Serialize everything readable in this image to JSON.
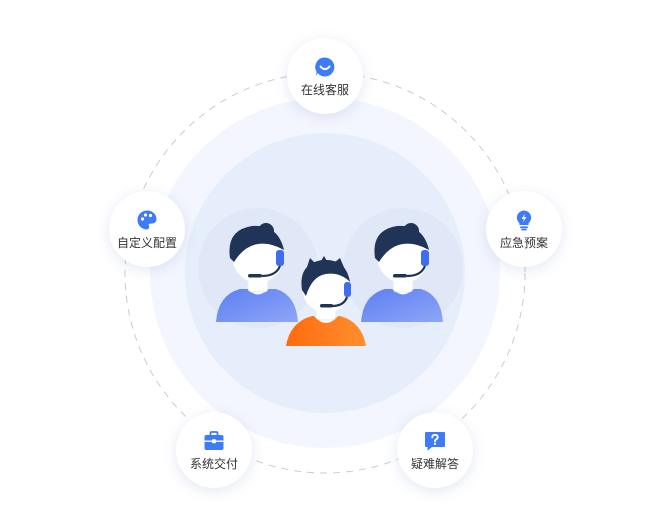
{
  "nodes": {
    "online_service": {
      "label": "在线客服",
      "icon": "smile-chat-icon"
    },
    "emergency_plan": {
      "label": "应急预案",
      "icon": "lightbulb-icon"
    },
    "custom_config": {
      "label": "自定义配置",
      "icon": "palette-icon"
    },
    "system_delivery": {
      "label": "系统交付",
      "icon": "briefcase-icon"
    },
    "faq": {
      "label": "疑难解答",
      "icon": "question-bubble-icon"
    }
  },
  "colors": {
    "accent_blue": "#3d7bf7",
    "agent_female_shirt": "#6f8df4",
    "agent_male_shirt": "#ff7a1c",
    "hair_dark": "#1f3456",
    "outer_circle": "#f2f6fe",
    "inner_circle": "#e5edfc"
  }
}
